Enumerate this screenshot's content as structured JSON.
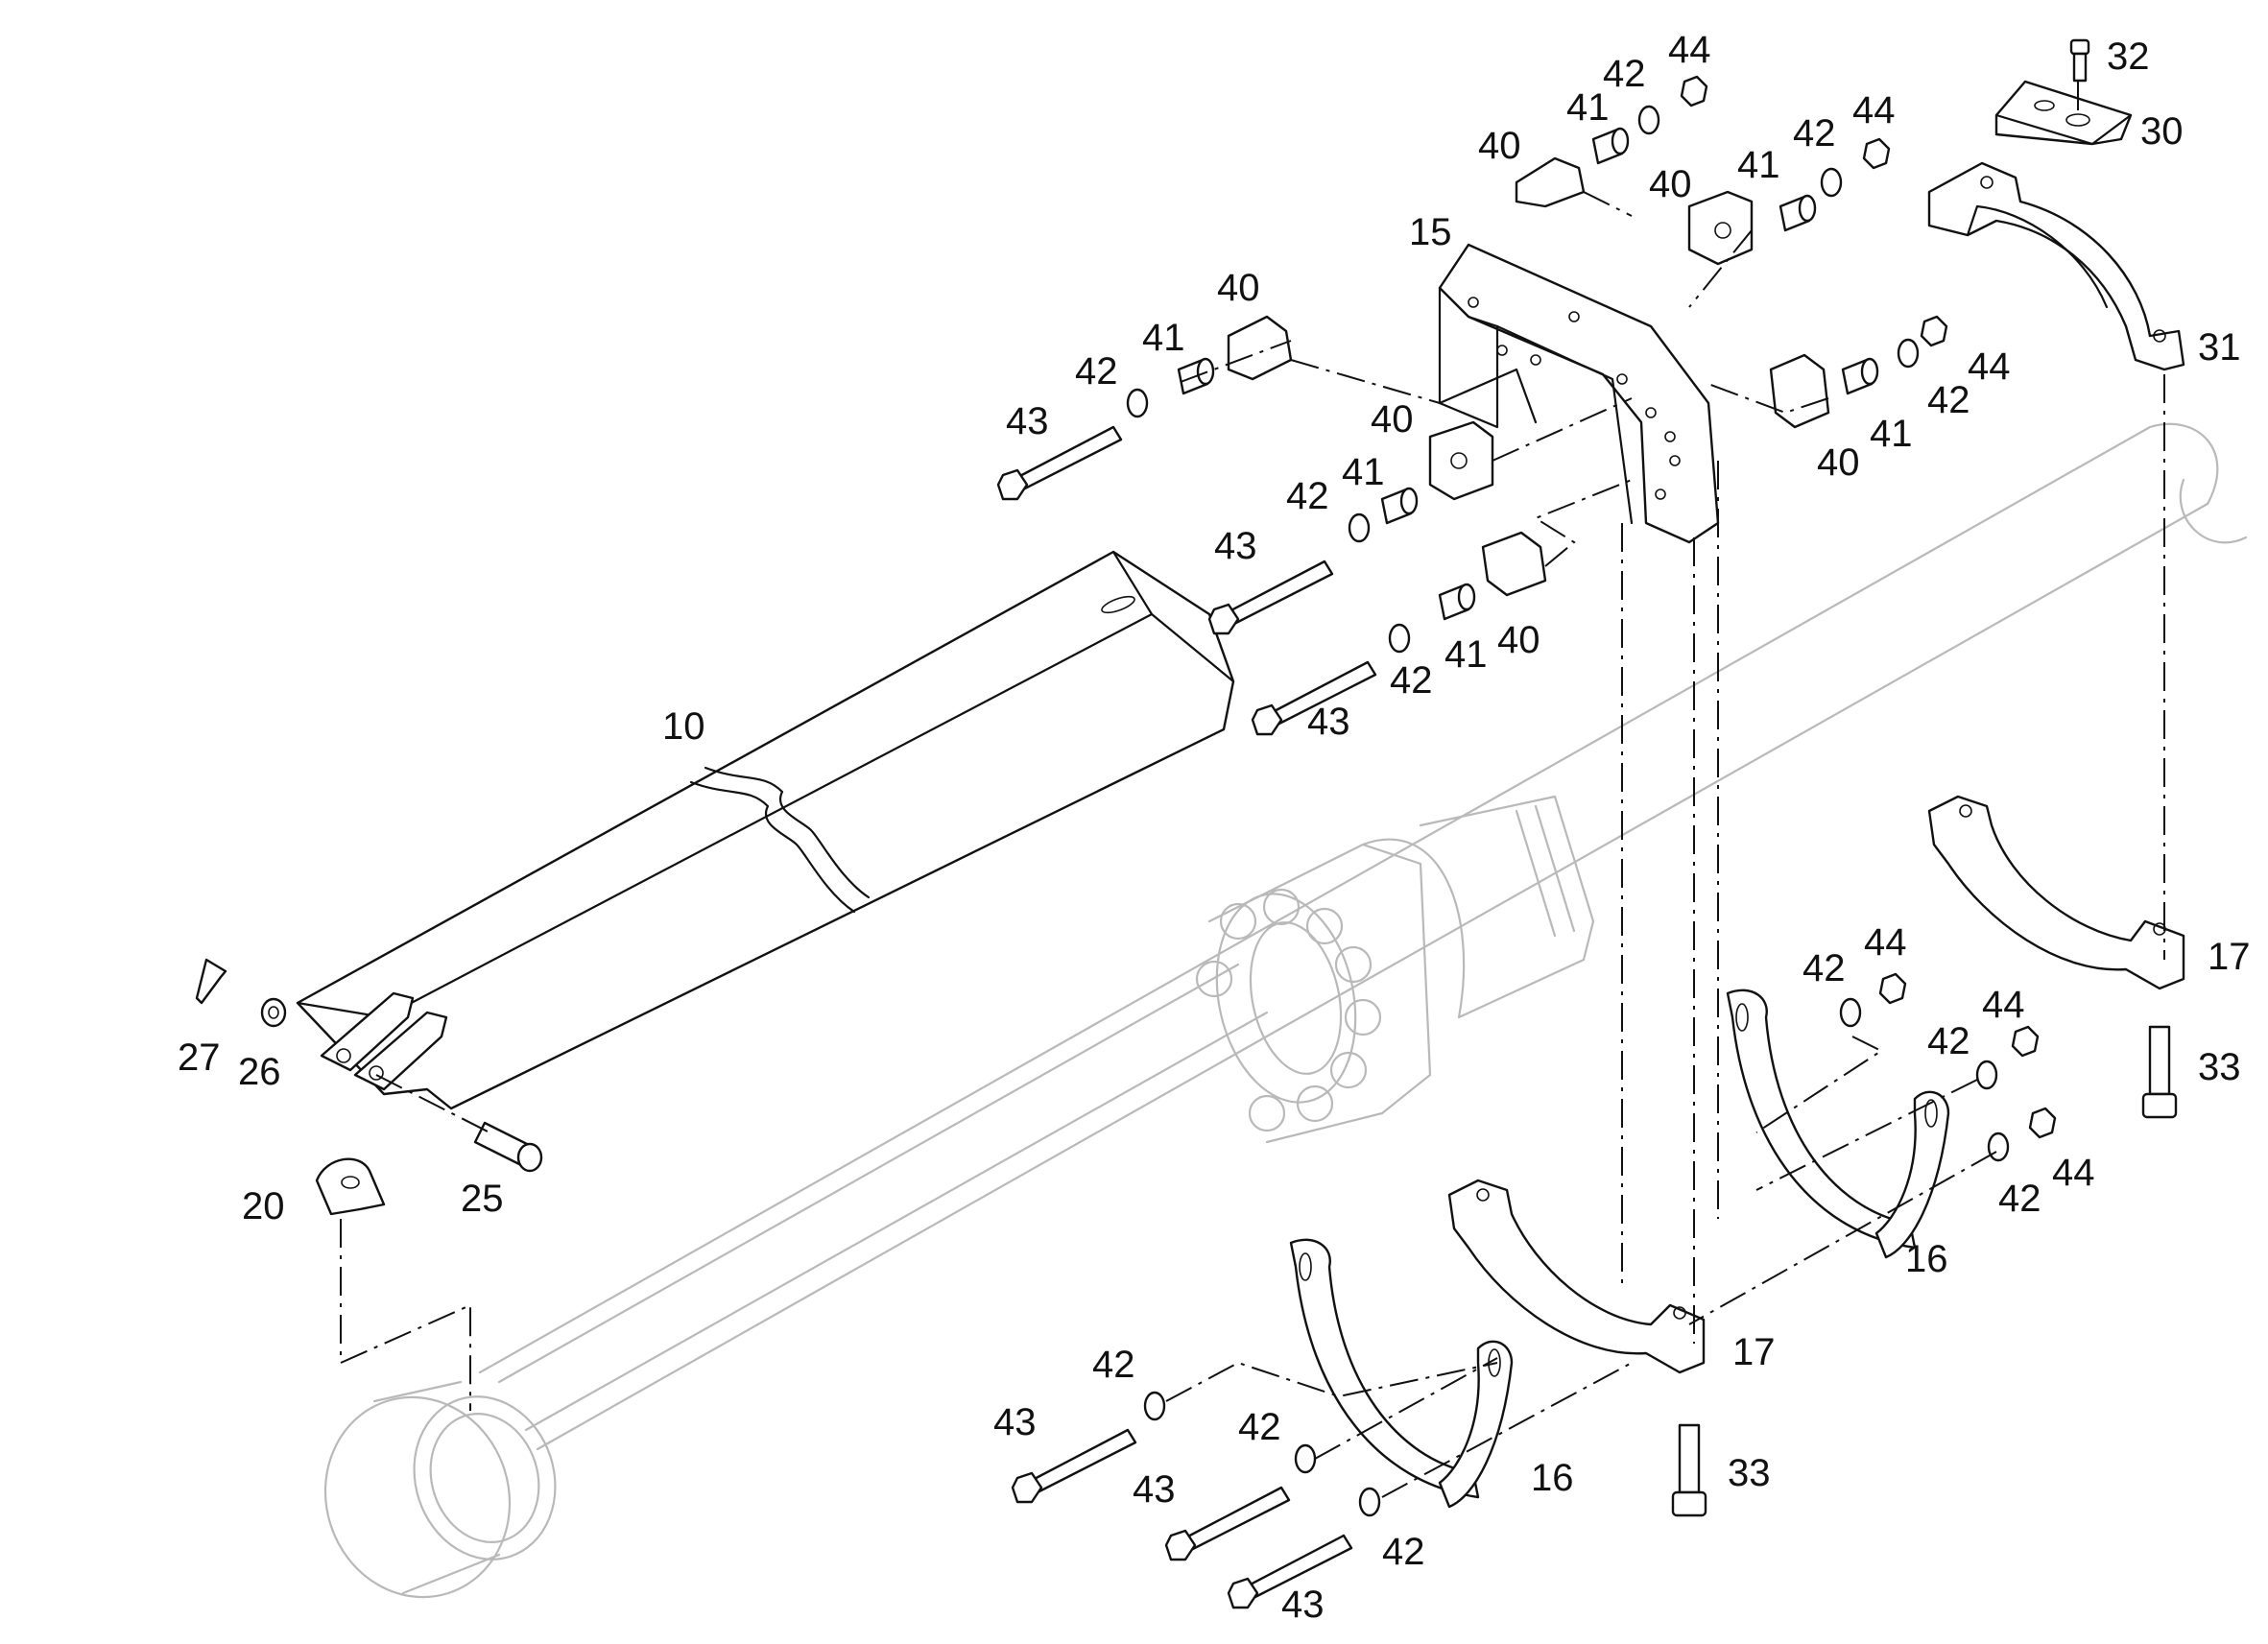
{
  "diagram": {
    "title": "",
    "callouts": [
      {
        "id": "c10",
        "label": "10"
      },
      {
        "id": "c15",
        "label": "15"
      },
      {
        "id": "c16a",
        "label": "16"
      },
      {
        "id": "c16b",
        "label": "16"
      },
      {
        "id": "c17a",
        "label": "17"
      },
      {
        "id": "c17b",
        "label": "17"
      },
      {
        "id": "c20",
        "label": "20"
      },
      {
        "id": "c25",
        "label": "25"
      },
      {
        "id": "c26",
        "label": "26"
      },
      {
        "id": "c27",
        "label": "27"
      },
      {
        "id": "c30",
        "label": "30"
      },
      {
        "id": "c31",
        "label": "31"
      },
      {
        "id": "c32",
        "label": "32"
      },
      {
        "id": "c33a",
        "label": "33"
      },
      {
        "id": "c33b",
        "label": "33"
      },
      {
        "id": "c40a",
        "label": "40"
      },
      {
        "id": "c40b",
        "label": "40"
      },
      {
        "id": "c40c",
        "label": "40"
      },
      {
        "id": "c40d",
        "label": "40"
      },
      {
        "id": "c40e",
        "label": "40"
      },
      {
        "id": "c40f",
        "label": "40"
      },
      {
        "id": "c41a",
        "label": "41"
      },
      {
        "id": "c41b",
        "label": "41"
      },
      {
        "id": "c41c",
        "label": "41"
      },
      {
        "id": "c41d",
        "label": "41"
      },
      {
        "id": "c41e",
        "label": "41"
      },
      {
        "id": "c41f",
        "label": "41"
      },
      {
        "id": "c42a",
        "label": "42"
      },
      {
        "id": "c42b",
        "label": "42"
      },
      {
        "id": "c42c",
        "label": "42"
      },
      {
        "id": "c42d",
        "label": "42"
      },
      {
        "id": "c42e",
        "label": "42"
      },
      {
        "id": "c42f",
        "label": "42"
      },
      {
        "id": "c42g",
        "label": "42"
      },
      {
        "id": "c42h",
        "label": "42"
      },
      {
        "id": "c42i",
        "label": "42"
      },
      {
        "id": "c42j",
        "label": "42"
      },
      {
        "id": "c42k",
        "label": "42"
      },
      {
        "id": "c42l",
        "label": "42"
      },
      {
        "id": "c43a",
        "label": "43"
      },
      {
        "id": "c43b",
        "label": "43"
      },
      {
        "id": "c43c",
        "label": "43"
      },
      {
        "id": "c43d",
        "label": "43"
      },
      {
        "id": "c43e",
        "label": "43"
      },
      {
        "id": "c43f",
        "label": "43"
      },
      {
        "id": "c44a",
        "label": "44"
      },
      {
        "id": "c44b",
        "label": "44"
      },
      {
        "id": "c44c",
        "label": "44"
      },
      {
        "id": "c44d",
        "label": "44"
      },
      {
        "id": "c44e",
        "label": "44"
      },
      {
        "id": "c44f",
        "label": "44"
      }
    ]
  }
}
